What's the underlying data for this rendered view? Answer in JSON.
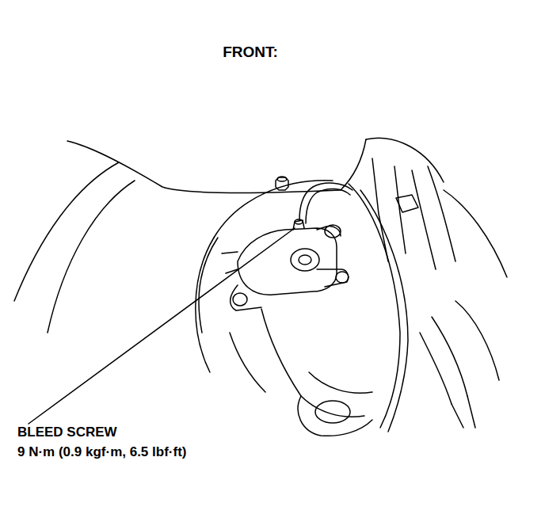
{
  "diagram": {
    "title": "FRONT:",
    "labels": [
      "BLEED SCREW",
      "9 N·m (0.9 kgf·m, 6.5 lbf·ft)"
    ]
  }
}
